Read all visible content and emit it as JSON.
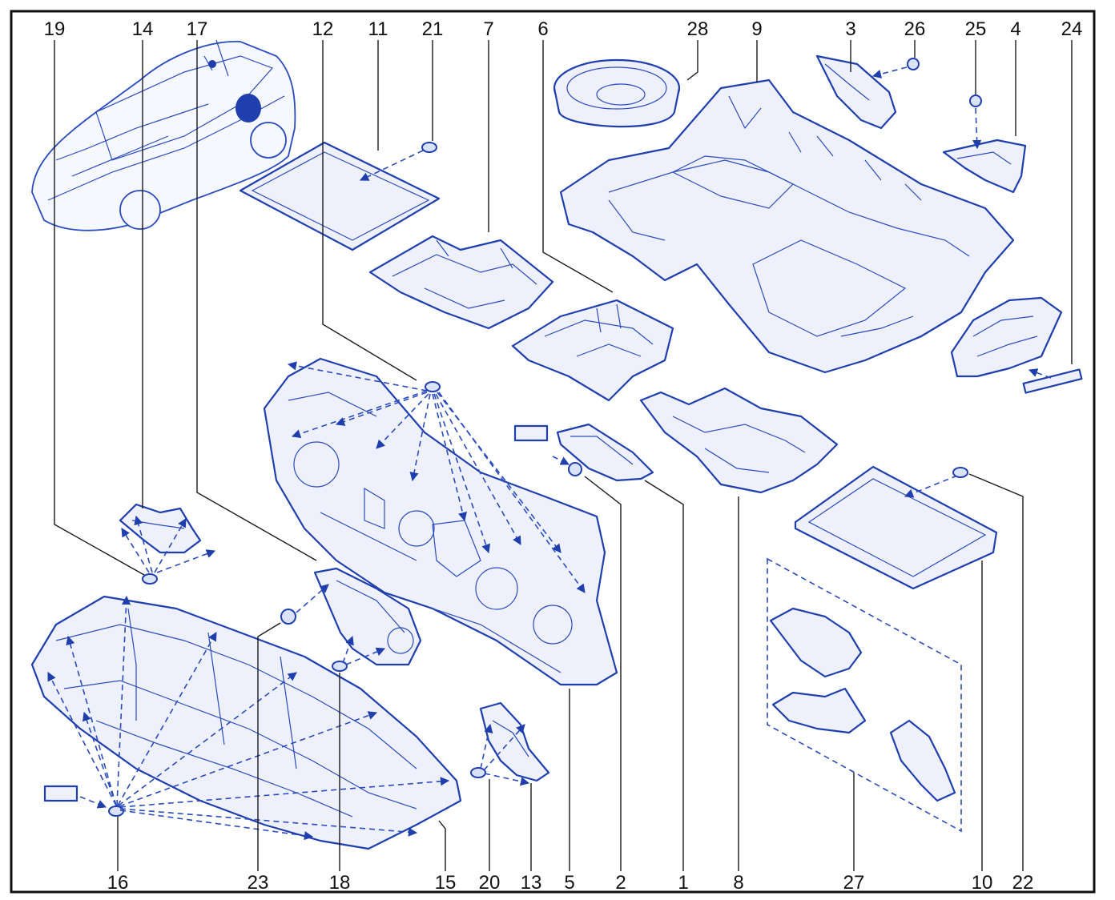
{
  "callouts": {
    "top": [
      "19",
      "14",
      "17",
      "12",
      "11",
      "21",
      "7",
      "6",
      "28",
      "9",
      "3",
      "26",
      "25",
      "4",
      "24"
    ],
    "bottom": [
      "16",
      "23",
      "18",
      "15",
      "20",
      "13",
      "5",
      "2",
      "1",
      "8",
      "27",
      "10",
      "22"
    ]
  },
  "colors": {
    "stroke": "#1f3fae",
    "fill": "#eef1fb",
    "frame": "#111111"
  }
}
